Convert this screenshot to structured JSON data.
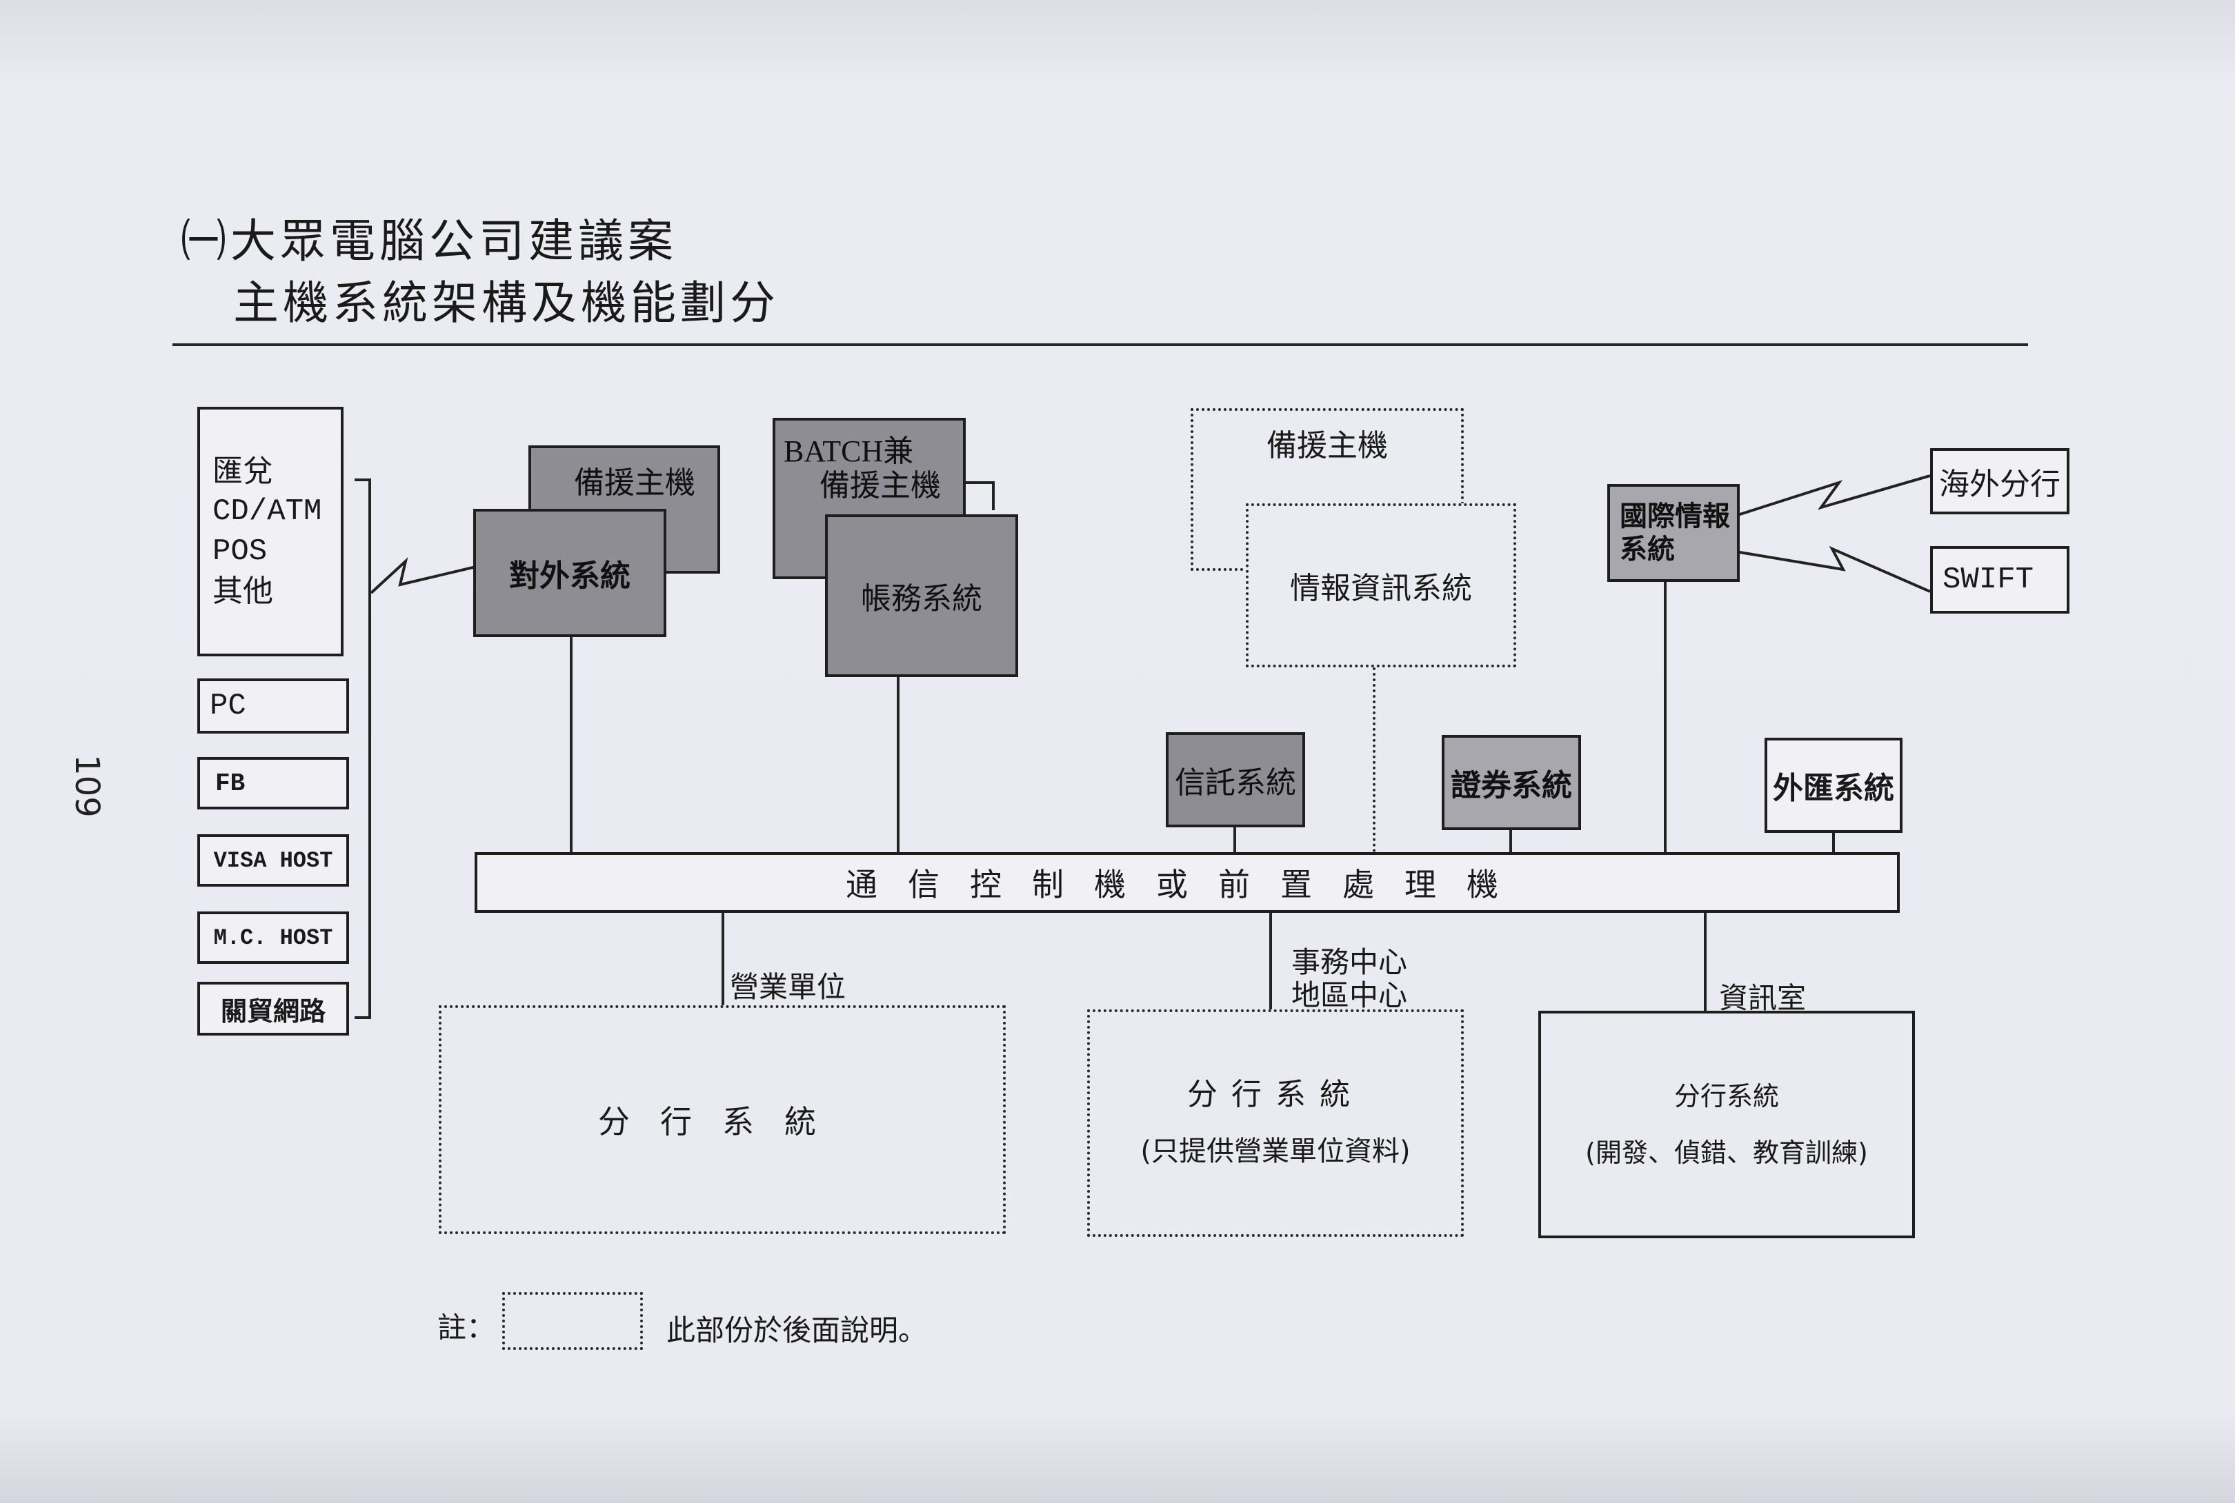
{
  "title": {
    "line1": "㈠大眾電腦公司建議案",
    "line2": "主機系統架構及機能劃分"
  },
  "page_number": "109",
  "channels": {
    "top": [
      "匯兌",
      "CD/ATM",
      "POS",
      "其他"
    ],
    "pc": "PC",
    "fb": "FB",
    "visa": "VISA HOST",
    "mc": "M.C. HOST",
    "trade": "關貿網路"
  },
  "hosts": {
    "backup_external": "備援主機",
    "external": "對外系統",
    "batch_backup_line1": "BATCH兼",
    "batch_backup_line2": "備援主機",
    "accounting": "帳務系統",
    "backup_info": "備援主機",
    "info": "情報資訊系統",
    "international_line1": "國際情報",
    "international_line2": "系統",
    "overseas": "海外分行",
    "swift": "SWIFT",
    "trust": "信託系統",
    "securities": "證券系統",
    "forex": "外匯系統"
  },
  "bus": {
    "label": "通信控制機或前置處理機"
  },
  "branches": {
    "business_unit": "營業單位",
    "branch_system": "分行系統",
    "office_center": "事務中心",
    "regional_center": "地區中心",
    "branch_system_2": "分行系統",
    "branch_system_2_note": "(只提供營業單位資料)",
    "it_room": "資訊室",
    "branch_system_3": "分行系統",
    "branch_system_3_note": "(開發、偵錯、教育訓練)"
  },
  "note": {
    "prefix": "註：",
    "text": "此部份於後面說明。"
  }
}
